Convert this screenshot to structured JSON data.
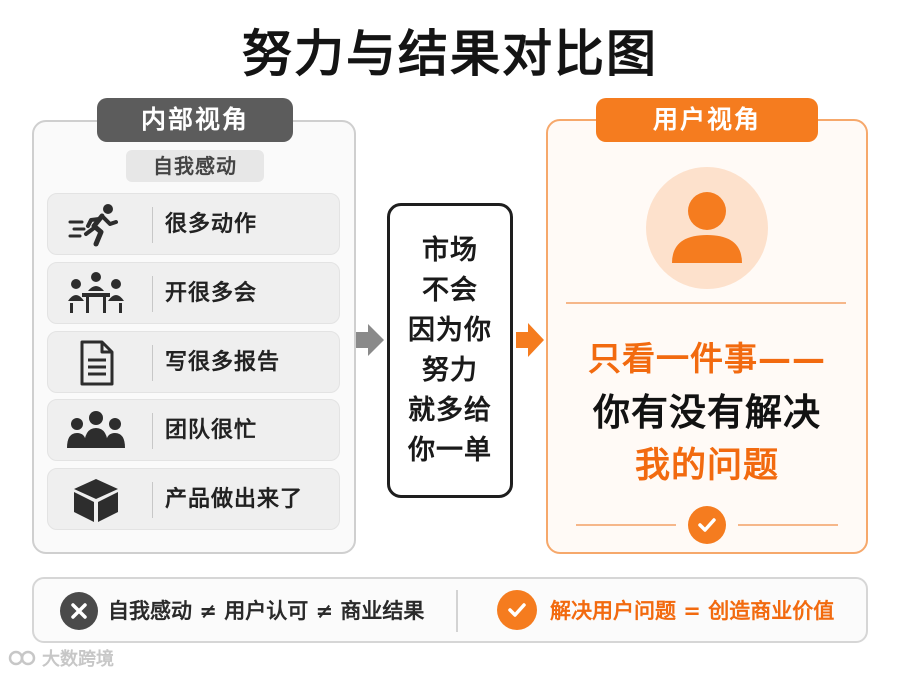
{
  "title": "努力与结果对比图",
  "left": {
    "tag": "内部视角",
    "subtag": "自我感动",
    "items": [
      {
        "label": "很多动作",
        "icon": "running-person-icon"
      },
      {
        "label": "开很多会",
        "icon": "meeting-people-icon"
      },
      {
        "label": "写很多报告",
        "icon": "document-report-icon"
      },
      {
        "label": "团队很忙",
        "icon": "team-group-icon"
      },
      {
        "label": "产品做出来了",
        "icon": "product-box-icon"
      }
    ]
  },
  "middle": {
    "lines": [
      "市场",
      "不会",
      "因为你",
      "努力",
      "就多给",
      "你一单"
    ]
  },
  "right": {
    "tag": "用户视角",
    "avatar_icon": "user-avatar-icon",
    "line1": "只看一件事——",
    "line2": "你有没有解决",
    "line3": "我的问题",
    "check_icon": "checkmark-icon"
  },
  "bottom": {
    "left_icon": "x-circle-icon",
    "left_text": "自我感动 ≠ 用户认可 ≠ 商业结果",
    "right_icon": "check-circle-icon",
    "right_text": "解决用户问题 = 创造商业价值"
  },
  "watermark": {
    "text": "大数跨境",
    "logo_icon": "brand-logo-icon"
  },
  "colors": {
    "accent": "#f57c1f",
    "dark_tag": "#5c5c5c",
    "text_dark": "#1c1c1c"
  }
}
